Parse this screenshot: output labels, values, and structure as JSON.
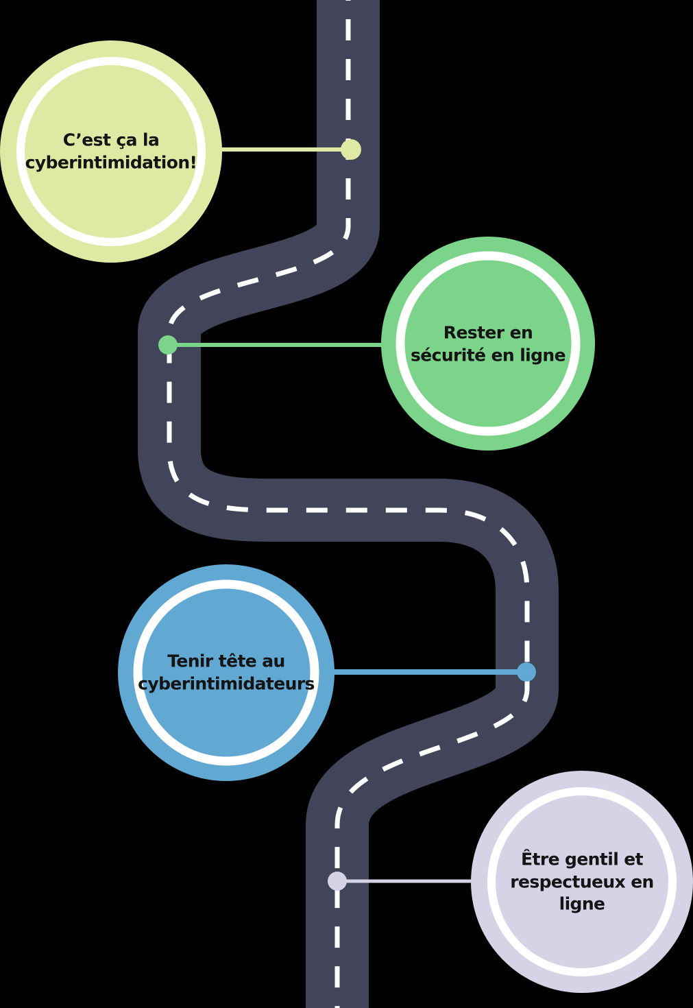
{
  "road": {
    "color": "#424459",
    "dash_color": "#ffffff"
  },
  "style": {
    "background": "#000000",
    "ring_color": "#ffffff",
    "text_color": "#141414"
  },
  "stops": [
    {
      "label": "C’est ça la cyberintimidation!",
      "color": "#e0e9a3"
    },
    {
      "label": "Rester en sécurité en ligne",
      "color": "#7bd489"
    },
    {
      "label": "Tenir tête au cyberintimidateurs",
      "color": "#61a8d2"
    },
    {
      "label": "Être gentil et respectueux en ligne",
      "color": "#d7d3e7"
    }
  ]
}
